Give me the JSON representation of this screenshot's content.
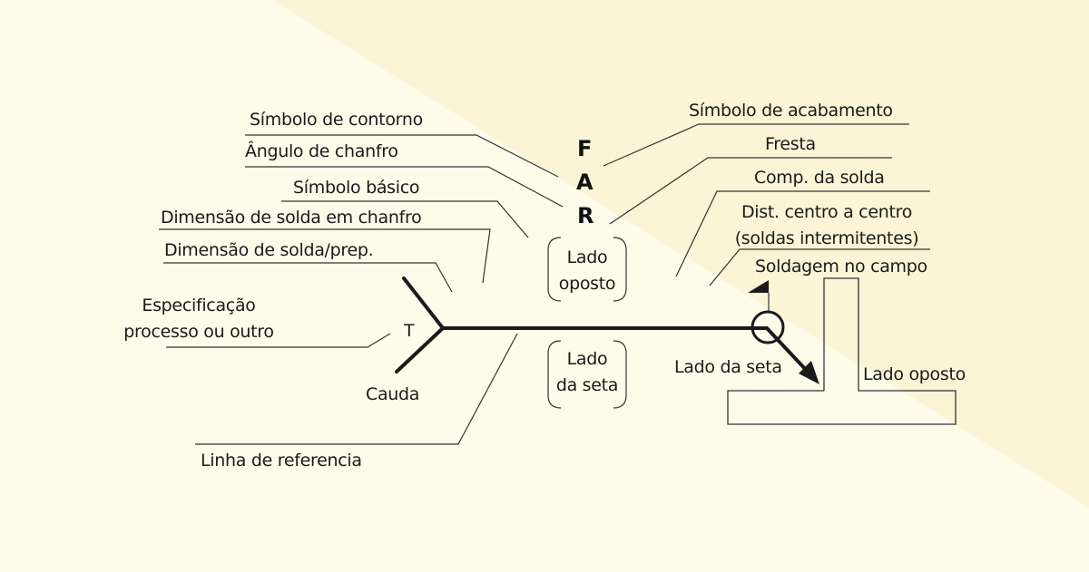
{
  "colors": {
    "background_light": "#fdfbea",
    "background_band": "#fbf5d8",
    "line": "#1a1a1a",
    "leader": "#333333"
  },
  "labels": {
    "contour_symbol": "Símbolo de contorno",
    "groove_angle": "Ângulo de chanfro",
    "basic_symbol": "Símbolo básico",
    "groove_weld_size": "Dimensão de solda em chanfro",
    "weld_size_prep": "Dimensão de solda/prep.",
    "specification_line1": "Especificação",
    "specification_line2": "processo ou outro",
    "tail_letter": "T",
    "tail": "Cauda",
    "reference_line": "Linha de referencia",
    "finish_symbol": "Símbolo de acabamento",
    "root_opening": "Fresta",
    "weld_length": "Comp. da solda",
    "pitch_line1": "Dist. centro a centro",
    "pitch_line2": "(soldas intermitentes)",
    "field_weld": "Soldagem no campo",
    "arrow_side": "Lado da seta",
    "other_side": "Lado oposto",
    "box_other_line1": "Lado",
    "box_other_line2": "oposto",
    "box_arrow_line1": "Lado",
    "box_arrow_line2": "da seta"
  },
  "letters": {
    "f": "F",
    "a": "A",
    "r": "R"
  }
}
